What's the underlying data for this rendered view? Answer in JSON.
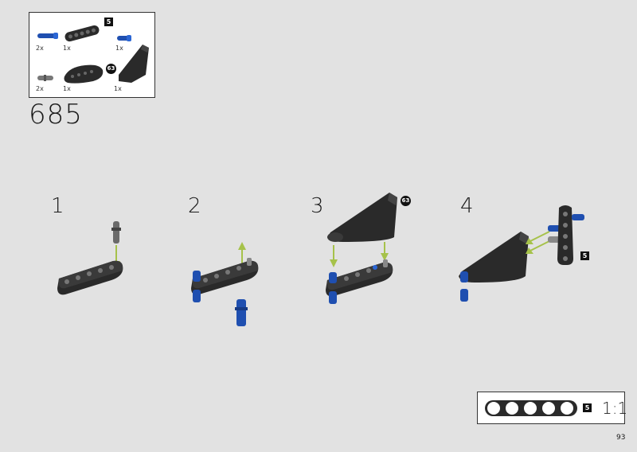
{
  "parts_list": {
    "items": [
      {
        "qty": "2x",
        "icon": "blue-axle-pin"
      },
      {
        "qty": "1x",
        "icon": "black-beam-5"
      },
      {
        "qty": "1x",
        "icon": "blue-axle-pin-short"
      },
      {
        "qty": "2x",
        "icon": "grey-pin"
      },
      {
        "qty": "1x",
        "icon": "black-curved-panel"
      },
      {
        "qty": "1x",
        "icon": "black-fairing"
      }
    ],
    "beam_badge": "5",
    "fairing_badge": "63"
  },
  "page_step": "685",
  "sub_steps": [
    {
      "number": "1"
    },
    {
      "number": "2"
    },
    {
      "number": "3",
      "badge": "63"
    },
    {
      "number": "4",
      "badge": "5"
    }
  ],
  "scale": {
    "badge": "5",
    "label": "1:1"
  },
  "page_number": "93",
  "colors": {
    "background": "#e2e2e2",
    "brick_black": "#2a2a2a",
    "brick_blue": "#1f4fb0",
    "arrow_green": "#a6c24a"
  }
}
